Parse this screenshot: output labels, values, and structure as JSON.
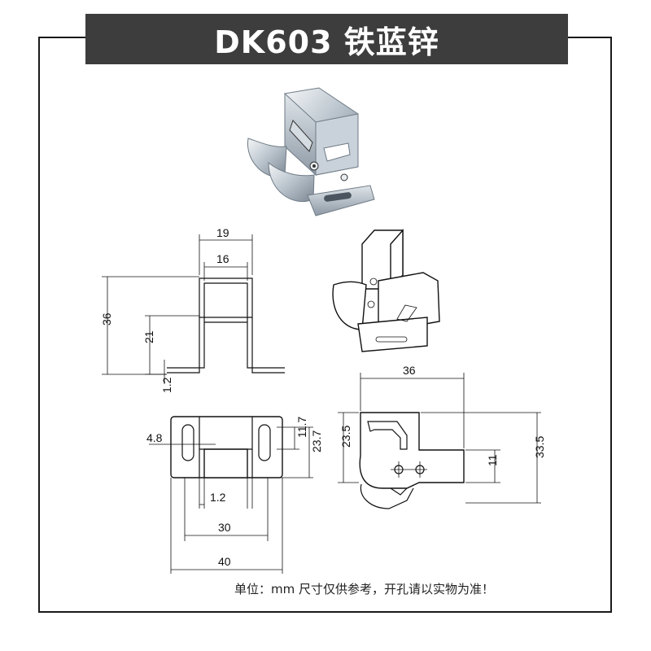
{
  "title": "DK603 铁蓝锌",
  "dimensions": {
    "front": {
      "w19": "19",
      "w16": "16",
      "h36": "36",
      "h21": "21",
      "t12": "1.2"
    },
    "top": {
      "d48": "4.8",
      "d117": "11.7",
      "d237": "23.7",
      "d12": "1.2",
      "w30": "30",
      "w40": "40"
    },
    "side": {
      "w36": "36",
      "h235": "23.5",
      "h11": "11",
      "h335": "33.5"
    }
  },
  "footnote": "单位：mm   尺寸仅供参考，开孔请以实物为准！"
}
